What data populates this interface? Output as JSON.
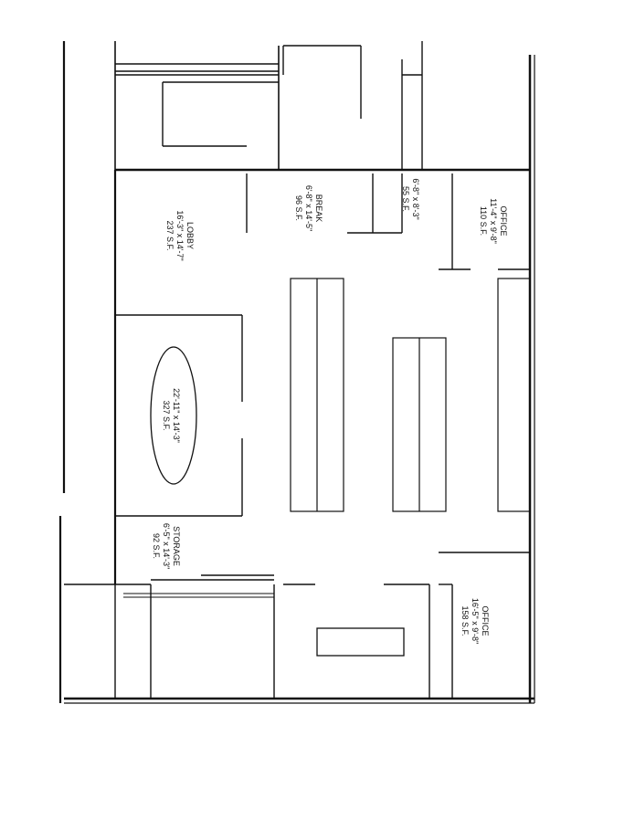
{
  "rooms": {
    "lobby": {
      "name": "LOBBY",
      "dims": "16'-3\" x 14'-7\"",
      "area": "237 S.F."
    },
    "break": {
      "name": "BREAK",
      "dims": "6'-8\" x 14'-5\"",
      "area": "96 S.F."
    },
    "small_room": {
      "dims": "6'-8\" x 8'-3\"",
      "area": "55 S.F."
    },
    "office_top": {
      "name": "OFFICE",
      "dims": "11'-4\" x 9'-8\"",
      "area": "110 S.F."
    },
    "conference": {
      "dims": "22'-11\" x 14'-3\"",
      "area": "327 S.F."
    },
    "storage": {
      "name": "STORAGE",
      "dims": "6'-5\" x 14'-3\"",
      "area": "92 S.F."
    },
    "office_bottom": {
      "name": "OFFICE",
      "dims": "16'-5\" x 9'-8\"",
      "area": "158 S.F."
    }
  }
}
